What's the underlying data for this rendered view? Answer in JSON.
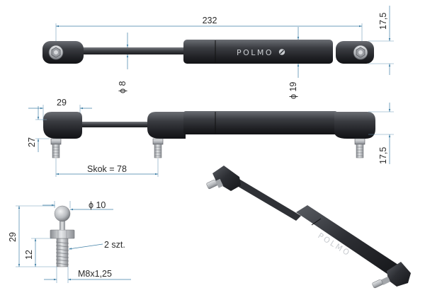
{
  "top_view": {
    "length_label": "232",
    "end_height_label": "17,5",
    "rod_dia_label": "ϕ 8",
    "body_dia_label": "ϕ 19",
    "brand": "POLMO"
  },
  "side_view": {
    "width_label": "29",
    "height_label": "27",
    "offset_label": "17,5",
    "stroke_label": "Skok = 78"
  },
  "ball_stud": {
    "ball_dia_label": "ϕ 10",
    "total_height_label": "29",
    "thread_height_label": "12",
    "qty_label": "2 szt.",
    "thread_label": "M8x1,25"
  },
  "iso_view": {
    "brand": "POLMO"
  },
  "colors": {
    "dim_line": "#3f7fa6",
    "body": "#2b2d31",
    "metal": "#b9bcc0"
  }
}
